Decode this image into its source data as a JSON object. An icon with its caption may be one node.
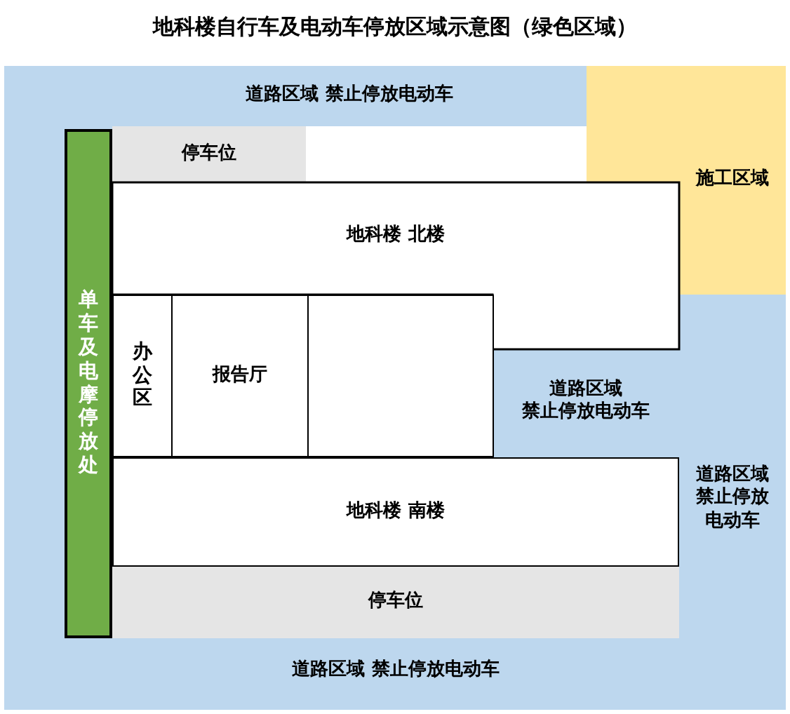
{
  "diagram": {
    "title": "地科楼自行车及电动车停放区域示意图（绿色区域）",
    "nodes": [
      {
        "text": [
          "停车位"
        ]
      },
      {
        "text": [
          "施工区域"
        ]
      },
      {
        "text": [
          "地科楼 北楼"
        ]
      },
      {
        "text": [
          "单车及电摩停放处"
        ]
      },
      {
        "text": [
          "办公区"
        ]
      },
      {
        "text": [
          "报告厅"
        ]
      },
      {
        "text": [],
        "shape": "box"
      },
      {
        "text": [
          "地科楼 南楼"
        ]
      },
      {
        "text": [
          "停车位"
        ]
      }
    ],
    "labels": [
      "道路区域 禁止停放电动车",
      "道路区域禁止停放电动车",
      "道路区域禁止停放电动车",
      "道路区域 禁止停放电动车"
    ]
  }
}
